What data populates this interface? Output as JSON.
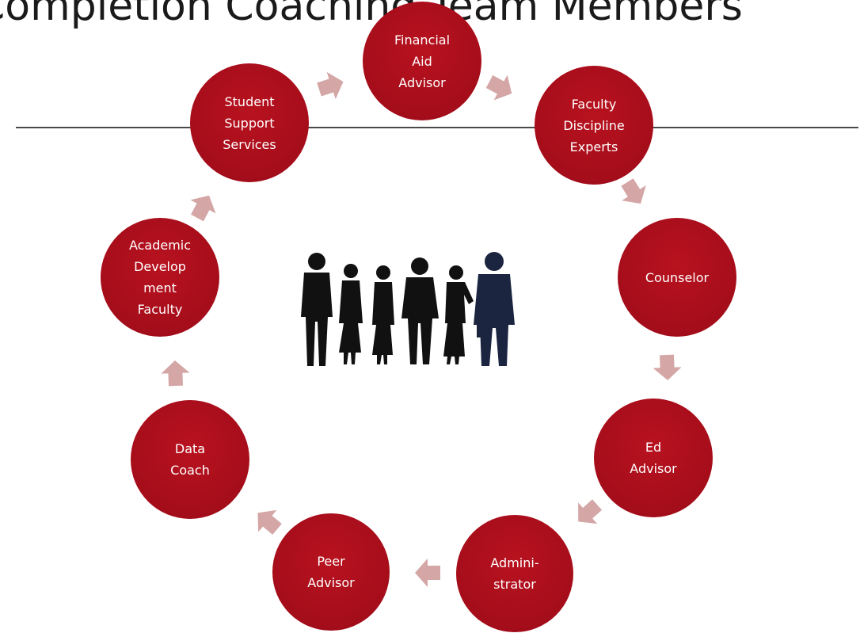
{
  "title": "Completion Coaching Team Members",
  "nodes": [
    {
      "id": "financial-aid-advisor",
      "label": "Financial\nAid\nAdvisor"
    },
    {
      "id": "faculty-discipline-experts",
      "label": "Faculty\nDiscipline\nExperts"
    },
    {
      "id": "counselor",
      "label": "Counselor"
    },
    {
      "id": "ed-advisor",
      "label": "Ed\nAdvisor"
    },
    {
      "id": "administrator",
      "label": "Admini-\nstrator"
    },
    {
      "id": "peer-advisor",
      "label": "Peer\nAdvisor"
    },
    {
      "id": "data-coach",
      "label": "Data\nCoach"
    },
    {
      "id": "academic-development-faculty",
      "label": "Academic\nDevelop\nment\nFaculty"
    },
    {
      "id": "student-support-services",
      "label": "Student\nSupport\nServices"
    }
  ],
  "colors": {
    "node": "#a50d1a",
    "arrow": "#d4a6a6",
    "silhouette": "#111111",
    "silhouette_accent": "#1b2540"
  }
}
